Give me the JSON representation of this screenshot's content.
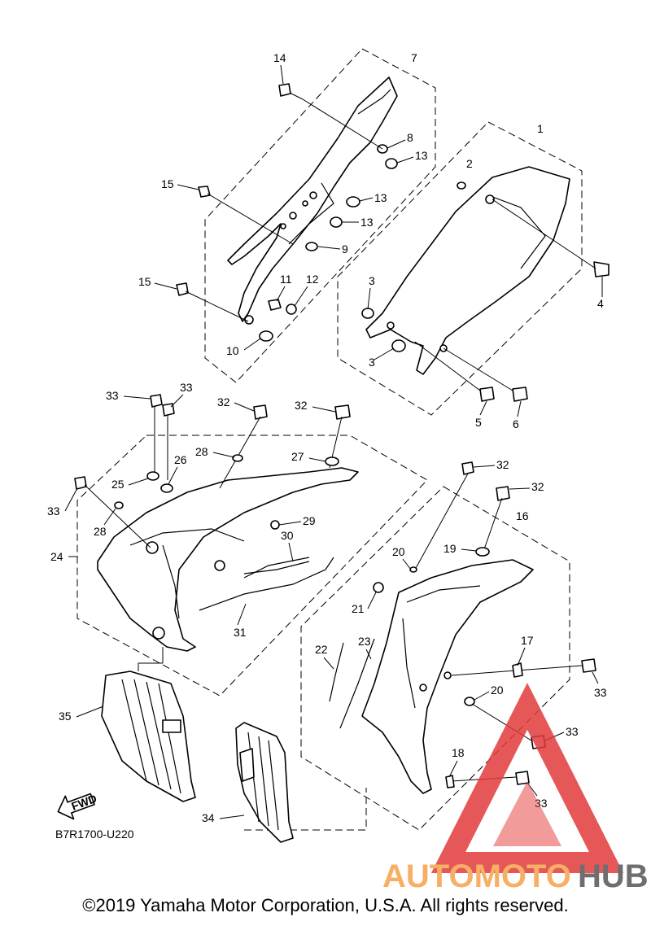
{
  "diagram_code": "B7R1700-U220",
  "fwd_label": "FWD",
  "copyright": "©2019 Yamaha Motor Corporation, U.S.A. All rights reserved.",
  "watermark": {
    "word1": "AUTOMOTO",
    "word2": "HUB",
    "color_red": "#e23b3b",
    "color_orange": "#f5a24b",
    "color_gray": "#555555"
  },
  "callouts": {
    "c1": "1",
    "c2": "2",
    "c3a": "3",
    "c3b": "3",
    "c4": "4",
    "c5": "5",
    "c6": "6",
    "c7": "7",
    "c8": "8",
    "c9": "9",
    "c10": "10",
    "c11": "11",
    "c12": "12",
    "c13a": "13",
    "c13b": "13",
    "c13c": "13",
    "c14": "14",
    "c15a": "15",
    "c15b": "15",
    "c16": "16",
    "c17": "17",
    "c18": "18",
    "c19": "19",
    "c20a": "20",
    "c20b": "20",
    "c21": "21",
    "c22": "22",
    "c23": "23",
    "c24": "24",
    "c25": "25",
    "c26": "26",
    "c27": "27",
    "c28a": "28",
    "c28b": "28",
    "c29": "29",
    "c30": "30",
    "c31": "31",
    "c32a": "32",
    "c32b": "32",
    "c32c": "32",
    "c32d": "32",
    "c33a": "33",
    "c33b": "33",
    "c33c": "33",
    "c33d": "33",
    "c33e": "33",
    "c33f": "33",
    "c34": "34",
    "c35": "35"
  }
}
